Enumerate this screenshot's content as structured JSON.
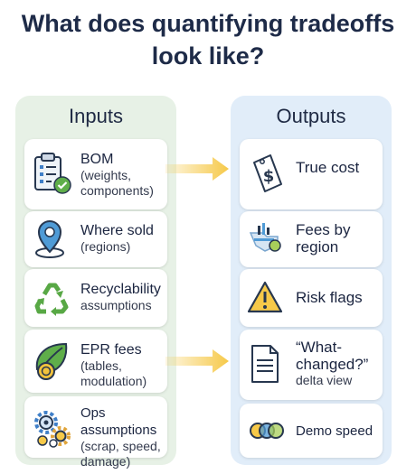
{
  "title": {
    "line1": "What does quantifying tradeoffs",
    "line2": "look like?"
  },
  "inputs": {
    "heading": "Inputs",
    "cards": [
      {
        "main": "BOM",
        "sub": "(weights, components)",
        "icon": "clipboard-check-icon"
      },
      {
        "main": "Where sold",
        "sub": "(regions)",
        "icon": "map-pin-icon"
      },
      {
        "main": "Recyclability",
        "sub": "assumptions",
        "icon": "recycle-icon"
      },
      {
        "main": "EPR fees",
        "sub": "(tables, modulation)",
        "icon": "leaf-coin-icon"
      },
      {
        "main": "Ops assumptions",
        "sub": "(scrap, speed, damage)",
        "icon": "gears-icon"
      }
    ]
  },
  "outputs": {
    "heading": "Outputs",
    "cards": [
      {
        "main": "True cost",
        "icon": "dollar-tag-icon"
      },
      {
        "main": "Fees by region",
        "icon": "chart-map-icon"
      },
      {
        "main": "Risk flags",
        "icon": "warning-icon"
      },
      {
        "main": "“What-changed?”",
        "sub": "delta view",
        "icon": "document-icon"
      },
      {
        "main": "Demo speed",
        "icon": "linked-circles-icon"
      }
    ]
  },
  "colors": {
    "inputs_bg": "#e7f1e6",
    "outputs_bg": "#e1edf9",
    "arrow": "#f6c949",
    "title": "#1e2b48"
  }
}
